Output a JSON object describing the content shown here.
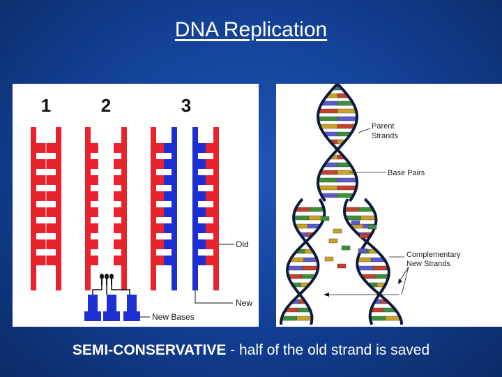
{
  "title": "DNA Replication",
  "caption": {
    "bold": "SEMI-CONSERVATIVE",
    "rest": " - half of the old strand is saved"
  },
  "left_diagram": {
    "step_labels": [
      "1",
      "2",
      "3"
    ],
    "label_old": "Old",
    "label_new": "New",
    "label_new_bases": "New Bases",
    "colors": {
      "old": "#e8232b",
      "new": "#1d2fd0"
    }
  },
  "right_diagram": {
    "label_parent": "Parent\nStrands",
    "label_parent_1": "Parent",
    "label_parent_2": "Strands",
    "label_base_pairs": "Base Pairs",
    "label_complementary_1": "Complementary",
    "label_complementary_2": "New Strands"
  }
}
